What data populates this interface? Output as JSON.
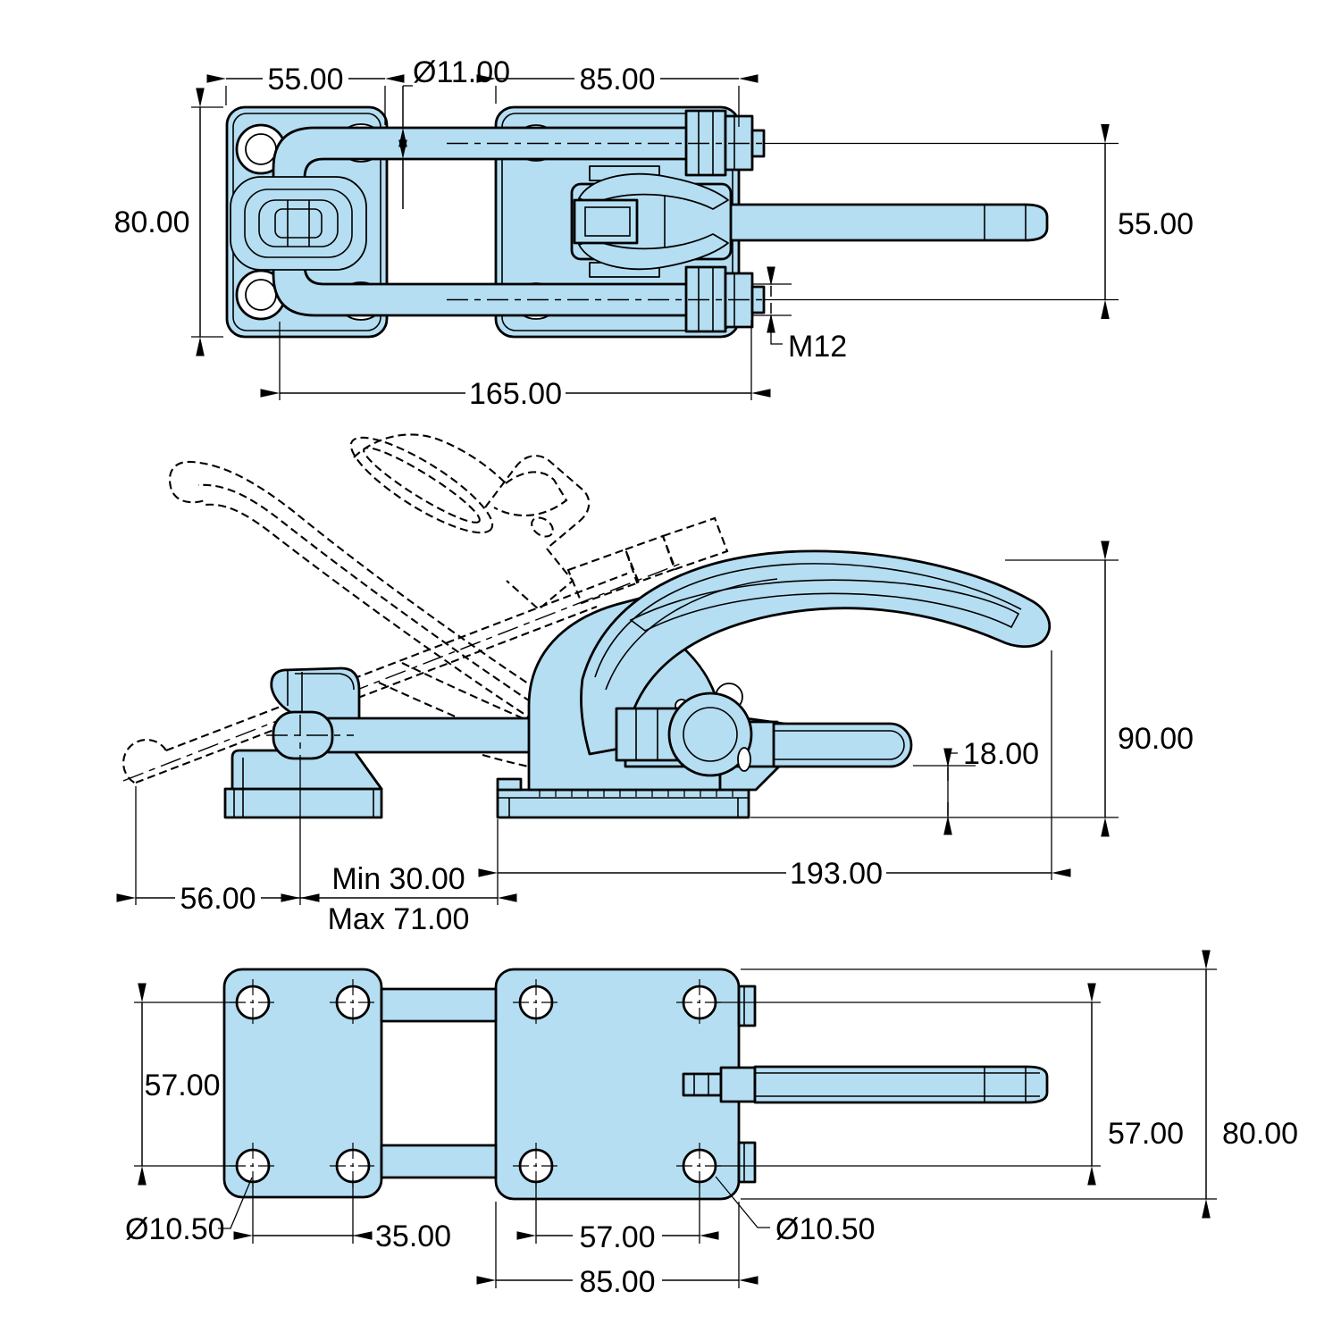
{
  "drawing": {
    "kind": "engineering-drawing",
    "views": [
      "top",
      "side",
      "bottom"
    ]
  },
  "colors": {
    "part_fill": "#b5def2",
    "line": "#000000",
    "background": "#ffffff"
  },
  "views": {
    "top": {
      "dims": {
        "width_55": "55.00",
        "dia_11": "Ø11.00",
        "span_85": "85.00",
        "height_80": "80.00",
        "spacing_55": "55.00",
        "length_165": "165.00",
        "thread_m12": "M12"
      }
    },
    "side": {
      "dims": {
        "height_90": "90.00",
        "offset_18": "18.00",
        "len_56": "56.00",
        "min_30": "Min 30.00",
        "max_71": "Max 71.00",
        "len_193": "193.00"
      }
    },
    "bottom": {
      "dims": {
        "left_v_57": "57.00",
        "left_dia": "Ø10.50",
        "h_35": "35.00",
        "mid_57": "57.00",
        "width_85": "85.00",
        "right_v_57": "57.00",
        "height_80": "80.00",
        "right_dia": "Ø10.50"
      }
    }
  }
}
